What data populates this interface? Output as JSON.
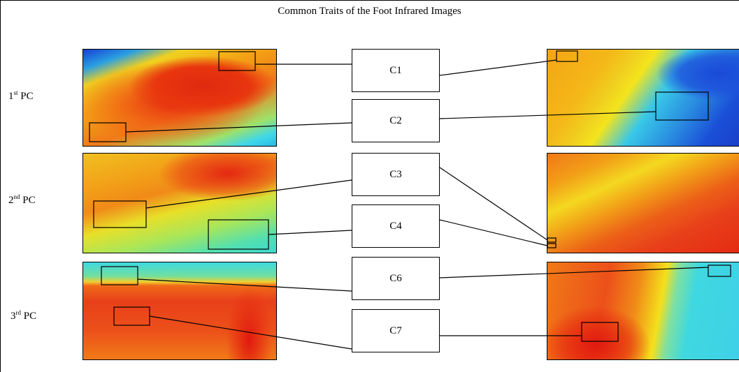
{
  "title": "Common Traits of the Foot Infrared Images",
  "rows": [
    {
      "num": "1",
      "suffix": "st",
      "label": "PC"
    },
    {
      "num": "2",
      "suffix": "nd",
      "label": "PC"
    },
    {
      "num": "3",
      "suffix": "rd",
      "label": "PC"
    }
  ],
  "components": [
    "C1",
    "C2",
    "C3",
    "C4",
    "C6",
    "C7"
  ],
  "colors": {
    "hot": "#e8200f",
    "warm": "#f39a14",
    "mid": "#f4e81c",
    "cool": "#3fe0d0",
    "cold": "#1a4fd8"
  }
}
